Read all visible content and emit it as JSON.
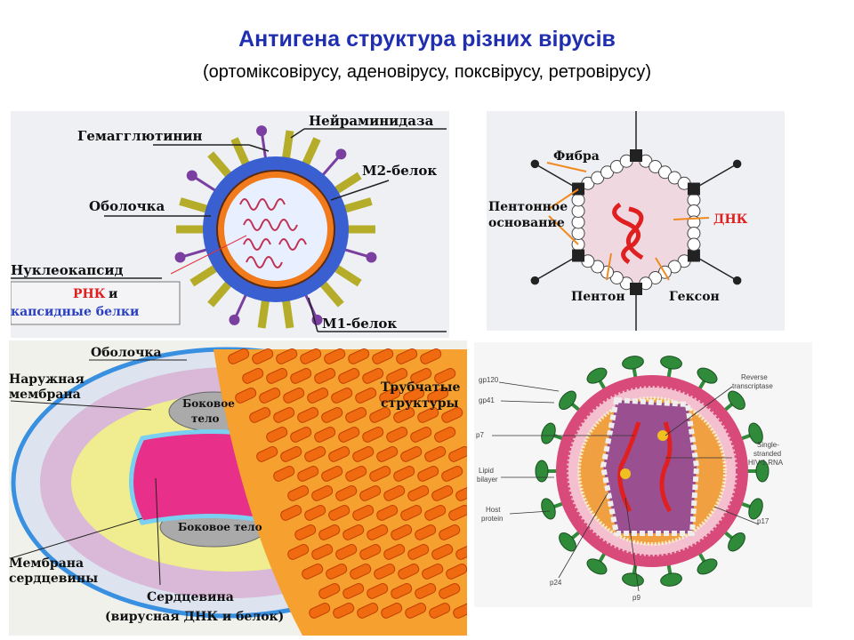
{
  "slide": {
    "title": "Антигена структура різних вірусів",
    "subtitle": "(ортоміксовірусу,  аденовірусу, поксвірусу, ретровірусу)"
  },
  "influenza": {
    "labels": {
      "hemagglutinin": "Гемагглютинин",
      "neuraminidase": "Нейраминидаза",
      "m2": "М2-белок",
      "envelope": "Оболочка",
      "nucleocapsid": "Нуклеокапсид",
      "rna": "РНК",
      "and": "и",
      "capsid_proteins": "капсидные белки",
      "m1": "М1-белок"
    }
  },
  "adenovirus": {
    "labels": {
      "fiber": "Фибра",
      "penton_base_1": "Пентонное",
      "penton_base_2": "основание",
      "dna": "ДНК",
      "penton": "Пентон",
      "hexon": "Гексон"
    }
  },
  "poxvirus": {
    "labels": {
      "envelope": "Оболочка",
      "outer_membrane_1": "Наружная",
      "outer_membrane_2": "мембрана",
      "tubular_1": "Трубчатые",
      "tubular_2": "структуры",
      "lateral_body_top_1": "Боковое",
      "lateral_body_top_2": "тело",
      "lateral_body_bottom": "Боковое тело",
      "core_membrane_1": "Мембрана",
      "core_membrane_2": "сердцевины",
      "core_1": "Сердцевина",
      "core_2": "(вирусная ДНК и белок)"
    }
  },
  "hiv": {
    "labels": {
      "gp120": "gp120",
      "gp41": "gp41",
      "p7": "p7",
      "lipid_1": "Lipid",
      "lipid_2": "bilayer",
      "host_1": "Host",
      "host_2": "protein",
      "p24": "p24",
      "p9": "p9",
      "p17": "p17",
      "rt_1": "Reverse",
      "rt_2": "transcriptase",
      "rna_1": "Single-",
      "rna_2": "stranded",
      "rna_3": "HIV-1 RNA"
    }
  },
  "colors": {
    "title": "#1f2fb0",
    "envelope_blue": "#3a5fd0",
    "spike_yellow": "#b5ad2a",
    "na_purple": "#7a3fa0",
    "capsid_orange": "#f07a1c",
    "adeno_fill": "#f0d8e0",
    "pox_orange": "#f06a10",
    "hiv_green": "#2f8a3a",
    "hiv_pink": "#d84a7a"
  }
}
